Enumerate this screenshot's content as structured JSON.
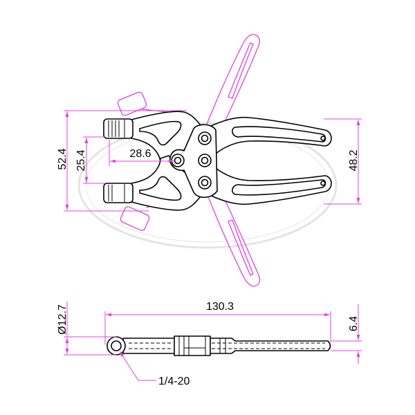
{
  "dimensions": {
    "top_view": {
      "overall_height": "52.4",
      "jaw_height": "25.4",
      "jaw_depth": "28.6",
      "handle_spread": "48.2"
    },
    "side_view": {
      "overall_length": "130.3",
      "pivot_diameter": "Ø12.7",
      "thickness": "6.4",
      "thread_callout": "1/4-20"
    }
  },
  "colors": {
    "outline": "#000000",
    "dimension": "#e040e0",
    "ghost_position": "#e040e0",
    "watermark": "#e4e4e4"
  }
}
